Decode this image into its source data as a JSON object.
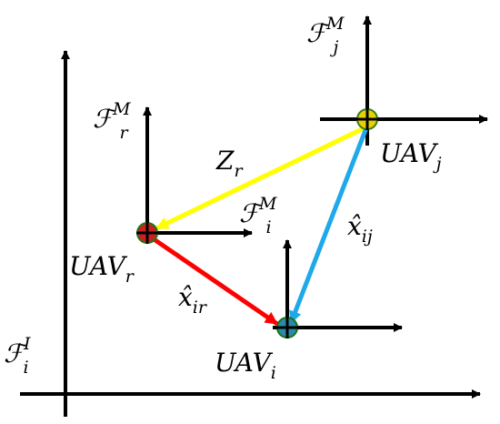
{
  "frames": {
    "inertial": {
      "symbol": "ℱ",
      "sub": "i",
      "sup": "I"
    },
    "r": {
      "symbol": "ℱ",
      "sub": "r",
      "sup": "M"
    },
    "i": {
      "symbol": "ℱ",
      "sub": "i",
      "sup": "M"
    },
    "j": {
      "symbol": "ℱ",
      "sub": "j",
      "sup": "M"
    }
  },
  "uavs": {
    "r": {
      "label": "UAV",
      "sub": "r",
      "color": "#cc1f1f"
    },
    "i": {
      "label": "UAV",
      "sub": "i",
      "color": "#2b8aa6"
    },
    "j": {
      "label": "UAV",
      "sub": "j",
      "color": "#e6d200"
    }
  },
  "vectors": {
    "z_r": {
      "label": "Z",
      "sub": "r",
      "color": "#ffff00"
    },
    "x_ir": {
      "label": "x̂",
      "sub": "ir",
      "color": "#ff0000"
    },
    "x_ij": {
      "label": "x̂",
      "sub": "ij",
      "color": "#1fa9ea"
    }
  }
}
